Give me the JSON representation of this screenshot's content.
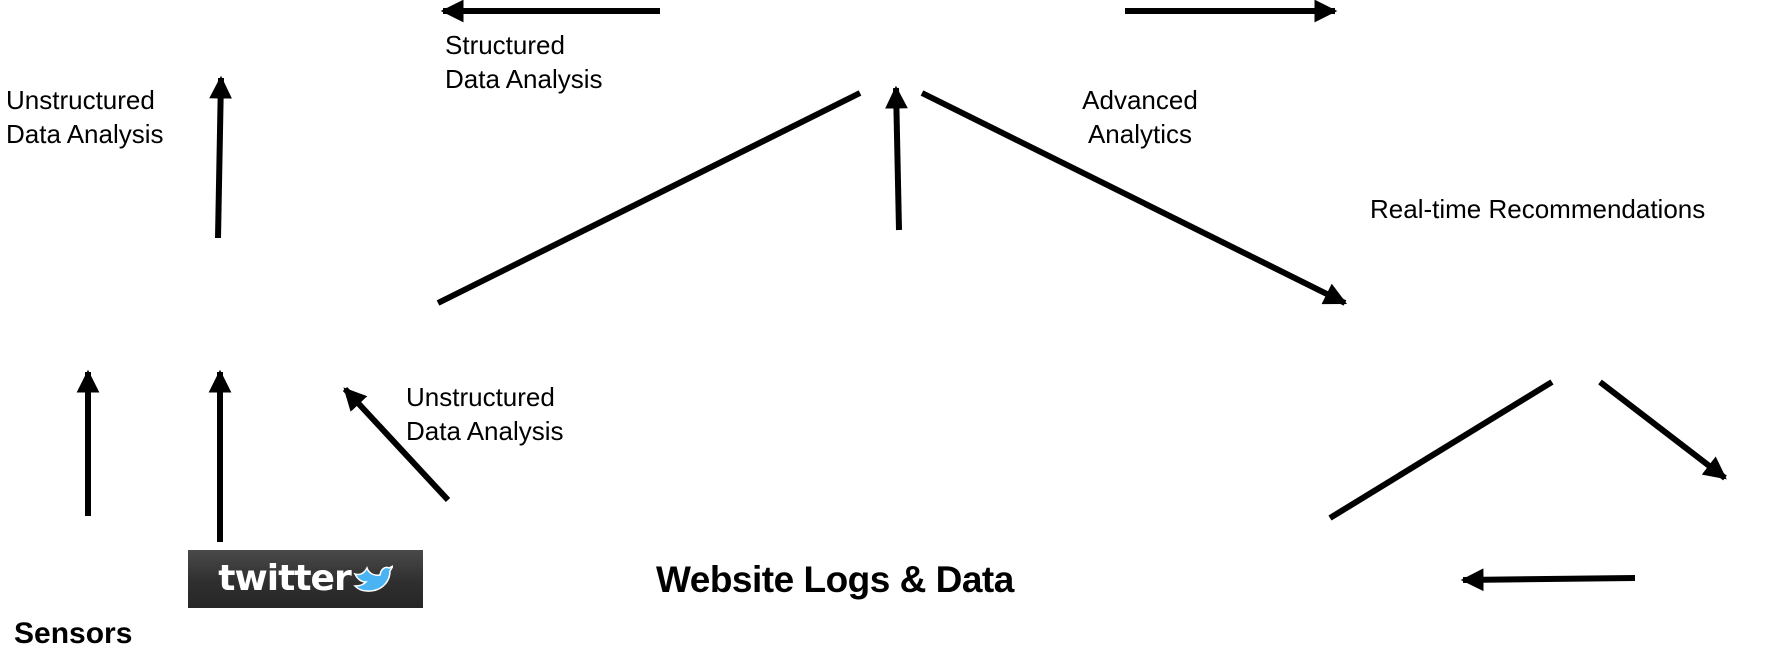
{
  "labels": {
    "structured_top": [
      "Structured",
      "Data Analysis"
    ],
    "unstructured_left": [
      "Unstructured",
      "Data Analysis"
    ],
    "advanced": [
      "Advanced",
      "Analytics"
    ],
    "realtime": "Real-time Recommendations",
    "unstructured_mid": [
      "Unstructured",
      "Data Analysis"
    ],
    "website_logs": "Website Logs & Data",
    "sensors": "Sensors",
    "twitter_logo": "twitter"
  },
  "colors": {
    "arrow": "#000000",
    "logo_bg": "#333333",
    "bird": "#4ab3f4"
  }
}
